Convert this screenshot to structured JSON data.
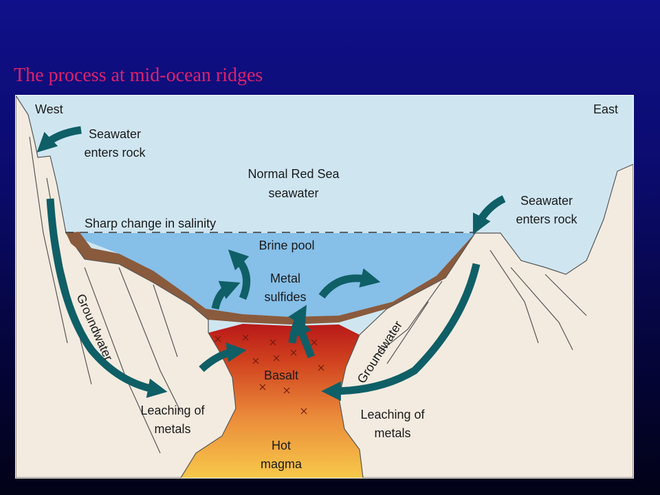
{
  "slide": {
    "title": "The process at mid-ocean ridges"
  },
  "diagram": {
    "west": "West",
    "east": "East",
    "seawater_west_1": "Seawater",
    "seawater_west_2": "enters rock",
    "seawater_east_1": "Seawater",
    "seawater_east_2": "enters rock",
    "normal_1": "Normal Red Sea",
    "normal_2": "seawater",
    "salinity": "Sharp change in salinity",
    "brine": "Brine pool",
    "metal_1": "Metal",
    "metal_2": "sulfides",
    "groundwater_west": "Groundwater",
    "groundwater_east": "Groundwater",
    "basalt": "Basalt",
    "leach_west_1": "Leaching of",
    "leach_west_2": "metals",
    "leach_east_1": "Leaching of",
    "leach_east_2": "metals",
    "hot_1": "Hot",
    "hot_2": "magma",
    "colors": {
      "seawater": "#cfe6f1",
      "brine": "#86bfe8",
      "rock": "#f3ebe0",
      "sediment": "#8a5a3c",
      "arrow": "#0f5f66",
      "magma_top": "#b81818",
      "magma_bottom": "#f7c94a"
    }
  }
}
